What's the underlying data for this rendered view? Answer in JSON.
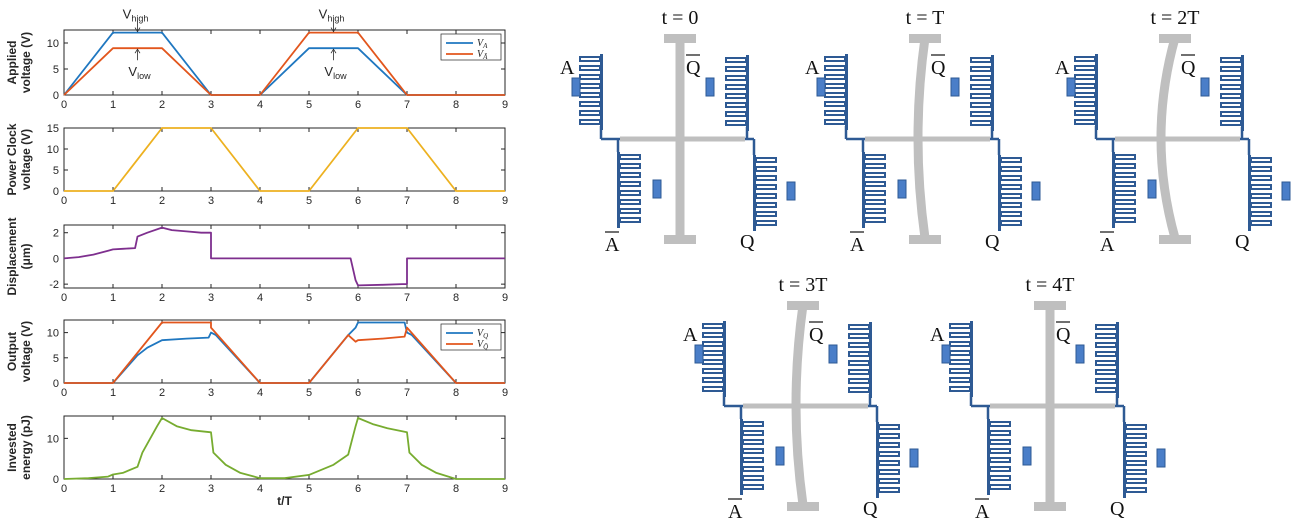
{
  "colors": {
    "blue": "#1f77c0",
    "orange": "#e2561d",
    "yellow": "#edb120",
    "purple": "#7e2f8e",
    "green": "#77ac30",
    "comb": "#2e5a94",
    "combFill": "#ffffff",
    "shuttle": "#bfbfbf"
  },
  "chart_data": [
    {
      "type": "line",
      "ylabel": [
        "Applied",
        "voltage (V)"
      ],
      "ylim": [
        0,
        12.5
      ],
      "yticks": [
        0,
        5,
        10
      ],
      "xlim": [
        0,
        9
      ],
      "xticks": [
        0,
        1,
        2,
        3,
        4,
        5,
        6,
        7,
        8,
        9
      ],
      "legend": {
        "position": "top-right",
        "entries": [
          "V_A",
          "V_Ā"
        ]
      },
      "annotations": [
        {
          "text": "V",
          "sub": "high",
          "x": 1.5,
          "y": 12
        },
        {
          "text": "V",
          "sub": "low",
          "x": 1.5,
          "y": 9
        },
        {
          "text": "V",
          "sub": "high",
          "x": 5.5,
          "y": 12
        },
        {
          "text": "V",
          "sub": "low",
          "x": 5.5,
          "y": 9
        }
      ],
      "series": [
        {
          "name": "V_A",
          "color": "blue",
          "x": [
            0,
            1,
            2,
            3,
            4,
            5,
            6,
            7,
            8,
            9
          ],
          "y": [
            0,
            12,
            12,
            0,
            0,
            9,
            9,
            0,
            0,
            0
          ]
        },
        {
          "name": "V_Ā",
          "color": "orange",
          "x": [
            0,
            1,
            2,
            3,
            4,
            5,
            6,
            7,
            8,
            9
          ],
          "y": [
            0,
            9,
            9,
            0,
            0,
            12,
            12,
            0,
            0,
            0
          ]
        }
      ]
    },
    {
      "type": "line",
      "ylabel": [
        "Power Clock",
        "voltage (V)"
      ],
      "ylim": [
        0,
        15
      ],
      "yticks": [
        0,
        5,
        10,
        15
      ],
      "xlim": [
        0,
        9
      ],
      "xticks": [
        0,
        1,
        2,
        3,
        4,
        5,
        6,
        7,
        8,
        9
      ],
      "series": [
        {
          "color": "yellow",
          "x": [
            0,
            1,
            2,
            3,
            4,
            5,
            6,
            7,
            8,
            9
          ],
          "y": [
            0,
            0,
            15,
            15,
            0,
            0,
            15,
            15,
            0,
            0
          ]
        }
      ]
    },
    {
      "type": "line",
      "ylabel": [
        "Displacement",
        "(μm)"
      ],
      "ylim": [
        -2.3,
        2.6
      ],
      "yticks": [
        -2,
        0,
        2
      ],
      "xlim": [
        0,
        9
      ],
      "xticks": [
        0,
        1,
        2,
        3,
        4,
        5,
        6,
        7,
        8,
        9
      ],
      "series": [
        {
          "color": "purple",
          "x": [
            0,
            0.3,
            0.6,
            0.9,
            1.0,
            1.2,
            1.45,
            1.5,
            1.7,
            2.0,
            2.2,
            2.5,
            2.8,
            3.0,
            3.0,
            4.0,
            5.0,
            5.85,
            5.95,
            6.0,
            6.5,
            6.9,
            7.0,
            7.0,
            8.0,
            9.0
          ],
          "y": [
            0,
            0.1,
            0.3,
            0.6,
            0.7,
            0.75,
            0.8,
            1.7,
            2.0,
            2.4,
            2.2,
            2.1,
            2.0,
            2.0,
            0,
            0,
            0,
            0,
            -1.7,
            -2.1,
            -2.05,
            -2.0,
            -2.0,
            0,
            0,
            0
          ]
        }
      ]
    },
    {
      "type": "line",
      "ylabel": [
        "Output",
        "voltage (V)"
      ],
      "ylim": [
        0,
        12.5
      ],
      "yticks": [
        0,
        5,
        10
      ],
      "xlim": [
        0,
        9
      ],
      "xticks": [
        0,
        1,
        2,
        3,
        4,
        5,
        6,
        7,
        8,
        9
      ],
      "legend": {
        "position": "top-right",
        "entries": [
          "V_Q",
          "V_Q̄"
        ]
      },
      "series": [
        {
          "name": "V_Q",
          "color": "blue",
          "x": [
            0,
            1,
            1.5,
            1.7,
            2.0,
            2.5,
            2.95,
            3.0,
            3.1,
            4.0,
            5.0,
            5.8,
            5.95,
            6.0,
            6.5,
            6.95,
            7.0,
            7.1,
            8.0,
            9.0
          ],
          "y": [
            0,
            0,
            5.5,
            7,
            8.5,
            8.8,
            9,
            10,
            9.5,
            0,
            0,
            9.5,
            11,
            12,
            12,
            12,
            10,
            9.5,
            0,
            0
          ]
        },
        {
          "name": "V_Q̄",
          "color": "orange",
          "x": [
            0,
            1,
            2,
            3,
            3.0,
            4,
            5,
            5.8,
            5.95,
            6.0,
            6.5,
            6.95,
            7.0,
            8.0,
            9.0
          ],
          "y": [
            0,
            0,
            12,
            12,
            11,
            0,
            0,
            9.5,
            8.2,
            8.5,
            8.8,
            9.2,
            11,
            0,
            0
          ]
        }
      ]
    },
    {
      "type": "line",
      "ylabel": [
        "Invested",
        "energy (pJ)"
      ],
      "xlabel": "t/T",
      "ylim": [
        0,
        15.5
      ],
      "yticks": [
        0,
        10
      ],
      "xlim": [
        0,
        9
      ],
      "xticks": [
        0,
        1,
        2,
        3,
        4,
        5,
        6,
        7,
        8,
        9
      ],
      "series": [
        {
          "color": "green",
          "x": [
            0,
            0.5,
            0.9,
            1.0,
            1.2,
            1.5,
            1.6,
            1.9,
            2.0,
            2.3,
            2.6,
            3.0,
            3.05,
            3.3,
            3.6,
            4.0,
            4.5,
            5.0,
            5.5,
            5.8,
            5.95,
            6.0,
            6.3,
            6.6,
            7.0,
            7.05,
            7.3,
            7.6,
            8.0,
            9.0
          ],
          "y": [
            0,
            0.2,
            0.6,
            1.1,
            1.5,
            3,
            6.5,
            13,
            15,
            13,
            12,
            11.5,
            6.5,
            3.5,
            1.5,
            0.2,
            0.2,
            1,
            3.5,
            6,
            13,
            15,
            13.5,
            12.5,
            11.5,
            6.5,
            3.5,
            1.5,
            0,
            0
          ]
        }
      ]
    }
  ],
  "diagram": {
    "panels": [
      {
        "title": "t = 0",
        "label_a": "A",
        "label_q_bar": "Q",
        "label_a_bar": "A",
        "label_q": "Q"
      },
      {
        "title": "t = T",
        "label_a": "A",
        "label_q_bar": "Q",
        "label_a_bar": "A",
        "label_q": "Q"
      },
      {
        "title": "t = 2T",
        "label_a": "A",
        "label_q_bar": "Q",
        "label_a_bar": "A",
        "label_q": "Q"
      },
      {
        "title": "t = 3T",
        "label_a": "A",
        "label_q_bar": "Q",
        "label_a_bar": "A",
        "label_q": "Q"
      },
      {
        "title": "t = 4T",
        "label_a": "A",
        "label_q_bar": "Q",
        "label_a_bar": "A",
        "label_q": "Q"
      }
    ]
  }
}
